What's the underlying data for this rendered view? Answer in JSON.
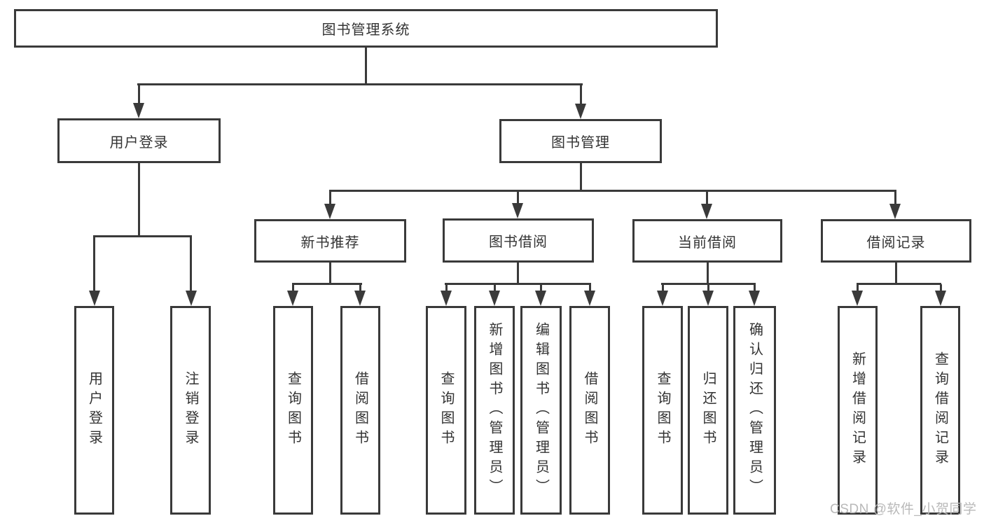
{
  "diagram": {
    "root": "图书管理系统",
    "level1": [
      "用户登录",
      "图书管理"
    ],
    "level2": [
      "新书推荐",
      "图书借阅",
      "当前借阅",
      "借阅记录"
    ],
    "leaves": {
      "user_login": [
        "用户登录",
        "注销登录"
      ],
      "new_book": [
        "查询图书",
        "借阅图书"
      ],
      "book_borrow": [
        "查询图书",
        "新增图书（管理员）",
        "编辑图书（管理员）",
        "借阅图书"
      ],
      "current_borrow": [
        "查询图书",
        "归还图书",
        "确认归还（管理员）"
      ],
      "borrow_records": [
        "新增借阅记录",
        "查询借阅记录"
      ]
    },
    "watermark": "CSDN @软件_小贺同学",
    "colors": {
      "line": "#3a3a3a",
      "text": "#333333",
      "watermark": "#b9b9b9",
      "background": "#ffffff"
    }
  }
}
